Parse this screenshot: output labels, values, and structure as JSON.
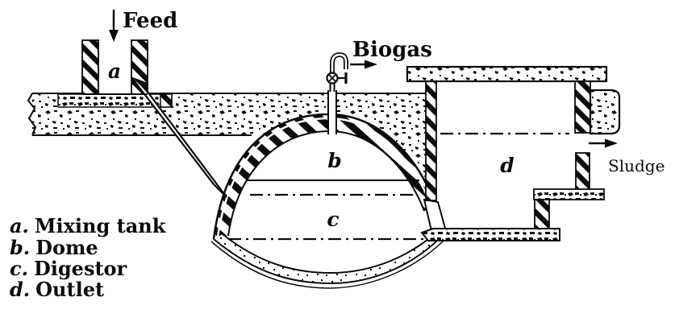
{
  "diagram": {
    "annotations": {
      "feed": "Feed",
      "biogas": "Biogas",
      "sludge": "Sludge"
    },
    "part_labels": {
      "a": "a",
      "b": "b",
      "c": "c",
      "d": "d"
    },
    "legend": {
      "items": [
        {
          "prefix": "a.",
          "label": "Mixing tank"
        },
        {
          "prefix": "b.",
          "label": "Dome"
        },
        {
          "prefix": "c.",
          "label": "Digestor"
        },
        {
          "prefix": "d.",
          "label": "Outlet"
        }
      ]
    },
    "colors": {
      "ink": "#0b0b0b",
      "paper": "#ffffff"
    }
  }
}
